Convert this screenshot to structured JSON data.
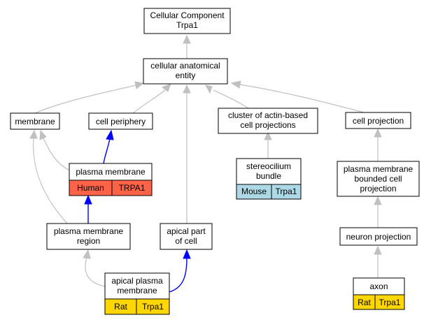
{
  "colors": {
    "human": "#ff6347",
    "mouse": "#add8e6",
    "rat": "#ffd700",
    "edge_gray": "#c0c0c0",
    "edge_blue": "#0000ff"
  },
  "nodes": {
    "root": {
      "lines": [
        "Cellular Component",
        "Trpa1"
      ]
    },
    "cae": {
      "lines": [
        "cellular anatomical",
        "entity"
      ]
    },
    "membrane": {
      "lines": [
        "membrane"
      ]
    },
    "cell_periphery": {
      "lines": [
        "cell periphery"
      ]
    },
    "cluster": {
      "lines": [
        "cluster of actin-based",
        "cell projections"
      ]
    },
    "cell_projection": {
      "lines": [
        "cell projection"
      ]
    },
    "plasma_membrane": {
      "lines": [
        "plasma membrane"
      ],
      "species": "Human",
      "gene": "TRPA1"
    },
    "stereocilium": {
      "lines": [
        "stereocilium",
        "bundle"
      ],
      "species": "Mouse",
      "gene": "Trpa1"
    },
    "pmbcp": {
      "lines": [
        "plasma membrane",
        "bounded cell",
        "projection"
      ]
    },
    "pm_region": {
      "lines": [
        "plasma membrane",
        "region"
      ]
    },
    "apical_part": {
      "lines": [
        "apical part",
        "of cell"
      ]
    },
    "neuron_projection": {
      "lines": [
        "neuron projection"
      ]
    },
    "apical_pm": {
      "lines": [
        "apical plasma",
        "membrane"
      ],
      "species": "Rat",
      "gene": "Trpa1"
    },
    "axon": {
      "lines": [
        "axon"
      ],
      "species": "Rat",
      "gene": "Trpa1"
    }
  }
}
